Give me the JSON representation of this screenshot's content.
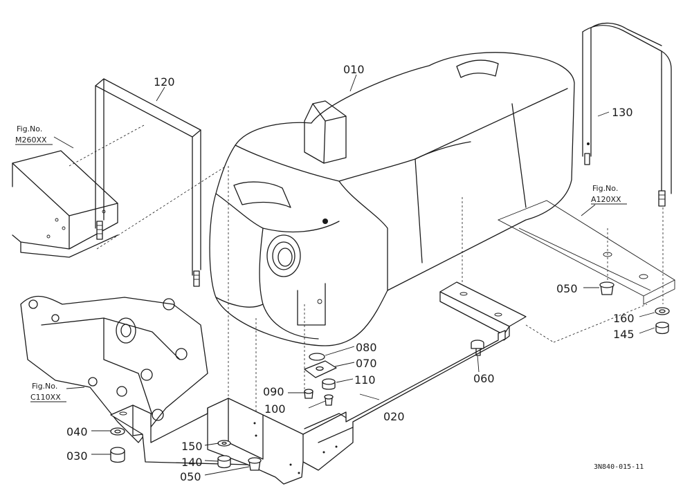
{
  "parts": {
    "p010": "010",
    "p020": "020",
    "p030": "030",
    "p040": "040",
    "p050a": "050",
    "p050b": "050",
    "p060": "060",
    "p070": "070",
    "p080": "080",
    "p090": "090",
    "p100": "100",
    "p110": "110",
    "p120": "120",
    "p130": "130",
    "p140": "140",
    "p145": "145",
    "p150": "150",
    "p160": "160"
  },
  "refs": {
    "m260": {
      "line1": "Fig.No.",
      "line2": "M260XX"
    },
    "a120": {
      "line1": "Fig.No.",
      "line2": "A120XX"
    },
    "c110": {
      "line1": "Fig.No.",
      "line2": "C110XX"
    }
  },
  "drawing_code": "3N840-015-11"
}
